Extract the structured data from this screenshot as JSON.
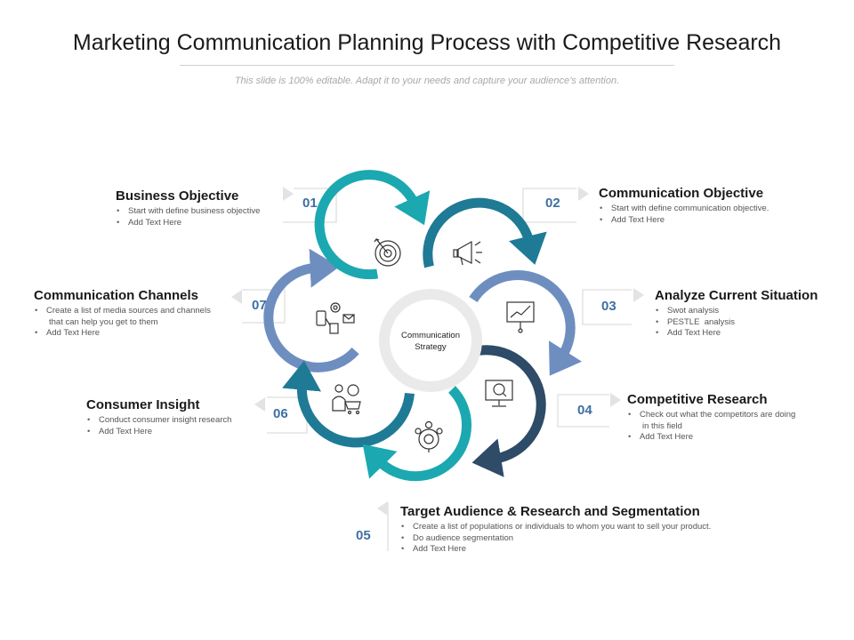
{
  "header": {
    "title": "Marketing Communication Planning Process with Competitive Research",
    "subtitle": "This slide is 100% editable. Adapt it to your needs and capture your audience’s attention."
  },
  "center": {
    "line1": "Communication",
    "line2": "Strategy"
  },
  "steps": [
    {
      "number": "01",
      "title": "Business Objective",
      "bullets": [
        "Start with define business objective",
        "Add Text Here"
      ],
      "icon": "target-icon",
      "color": "#1ba8b1"
    },
    {
      "number": "02",
      "title": "Communication Objective",
      "bullets": [
        "Start with define communication objective.",
        "Add Text Here"
      ],
      "icon": "megaphone-icon",
      "color": "#1f7a95"
    },
    {
      "number": "03",
      "title": "Analyze Current Situation",
      "bullets": [
        "Swot analysis",
        "PESTLE  analysis",
        "Add Text Here"
      ],
      "icon": "presentation-chart-icon",
      "color": "#6f8ec0"
    },
    {
      "number": "04",
      "title": "Competitive Research",
      "bullets": [
        "Check out what the competitors are doing",
        "in this field",
        "Add Text Here"
      ],
      "icon": "monitor-magnifier-icon",
      "color": "#2e4b68"
    },
    {
      "number": "05",
      "title": "Target Audience & Research and Segmentation",
      "bullets": [
        "Create a list of populations or individuals to whom you want to sell your product.",
        "Do audience segmentation",
        "Add Text Here"
      ],
      "icon": "audience-target-icon",
      "color": "#1ba8b1"
    },
    {
      "number": "06",
      "title": "Consumer Insight",
      "bullets": [
        "Conduct consumer insight research",
        "Add Text Here"
      ],
      "icon": "consumer-cart-icon",
      "color": "#1f7a95"
    },
    {
      "number": "07",
      "title": "Communication Channels",
      "bullets": [
        "Create a list of media sources and channels",
        "that can help you get to them",
        "Add Text Here"
      ],
      "icon": "media-channels-icon",
      "color": "#6f8ec0"
    }
  ]
}
